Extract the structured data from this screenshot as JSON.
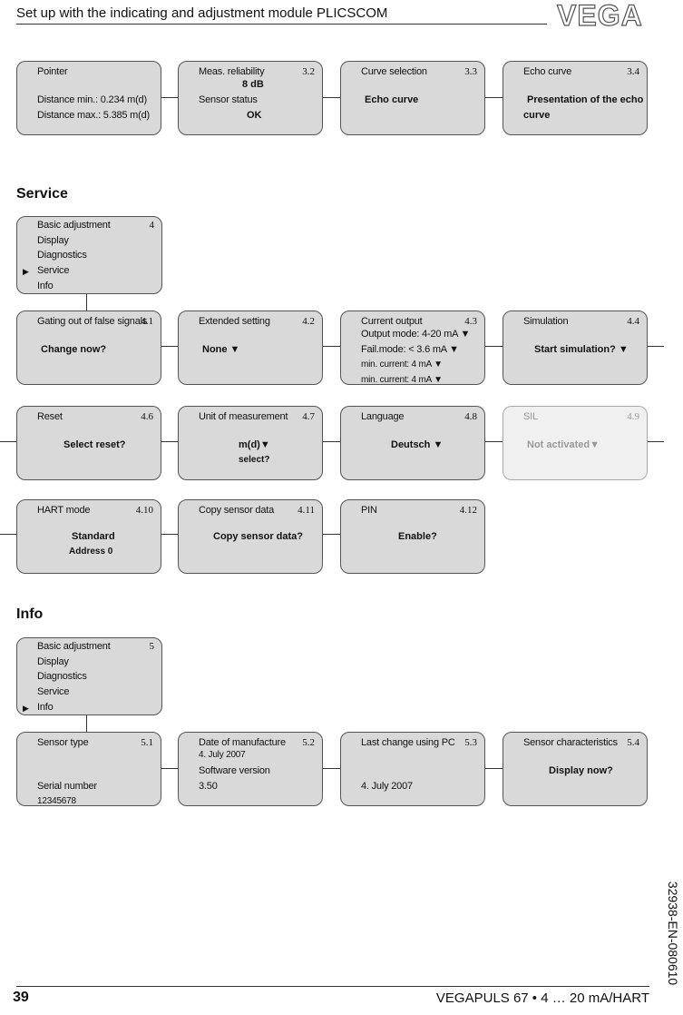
{
  "header": {
    "title": "Set up with the indicating and adjustment module PLICSCOM",
    "logo": "VEGA"
  },
  "top_row": [
    {
      "title": "Pointer",
      "num": "",
      "lines": [
        "Distance min.: 0.234 m(d)",
        "Distance max.: 5.385 m(d)"
      ]
    },
    {
      "title": "Meas. reliability",
      "num": "3.2",
      "value": "8 dB",
      "label2": "Sensor status",
      "value2": "OK"
    },
    {
      "title": "Curve selection",
      "num": "3.3",
      "value": "Echo curve"
    },
    {
      "title": "Echo curve",
      "num": "3.4",
      "value": "Presentation of the echo",
      "value_b": "curve"
    }
  ],
  "service": {
    "heading": "Service",
    "menu": {
      "items": [
        "Basic adjustment",
        "Display",
        "Diagnostics",
        "Service",
        "Info"
      ],
      "num": "4",
      "pointer": "▶"
    },
    "row1": [
      {
        "title": "Gating out of false signals",
        "num": "4.1",
        "value": "Change now?"
      },
      {
        "title": "Extended setting",
        "num": "4.2",
        "value": "None ▼"
      },
      {
        "title": "Current output",
        "num": "4.3",
        "lines": [
          "Output mode: 4-20 mA ▼",
          "Fail.mode: < 3.6 mA ▼",
          "min. current: 4 mA ▼",
          "min. current: 4 mA ▼"
        ]
      },
      {
        "title": "Simulation",
        "num": "4.4",
        "value": "Start simulation? ▼"
      }
    ],
    "row2": [
      {
        "title": "Reset",
        "num": "4.6",
        "value": "Select reset?"
      },
      {
        "title": "Unit of measurement",
        "num": "4.7",
        "value": "m(d)▼",
        "value_b": "select?"
      },
      {
        "title": "Language",
        "num": "4.8",
        "value": "Deutsch ▼"
      },
      {
        "title": "SIL",
        "num": "4.9",
        "value": "Not activated▼"
      }
    ],
    "row3": [
      {
        "title": "HART mode",
        "num": "4.10",
        "value": "Standard",
        "value_b": "Address 0"
      },
      {
        "title": "Copy sensor data",
        "num": "4.11",
        "value": "Copy sensor data?"
      },
      {
        "title": "PIN",
        "num": "4.12",
        "value": "Enable?"
      }
    ]
  },
  "info": {
    "heading": "Info",
    "menu": {
      "items": [
        "Basic adjustment",
        "Display",
        "Diagnostics",
        "Service",
        "Info"
      ],
      "num": "5",
      "pointer": "▶"
    },
    "row": [
      {
        "title": "Sensor type",
        "num": "5.1",
        "label2": "Serial number",
        "value2": "12345678"
      },
      {
        "title": "Date of manufacture",
        "num": "5.2",
        "value": "4. July 2007",
        "label2": "Software version",
        "value2": "3.50"
      },
      {
        "title": "Last change using PC",
        "num": "5.3",
        "value2": "4. July 2007"
      },
      {
        "title": "Sensor characteristics",
        "num": "5.4",
        "value": "Display now?"
      }
    ]
  },
  "footer": {
    "page": "39",
    "product": "VEGAPULS 67 • 4 … 20 mA/HART",
    "doc_code": "32938-EN-080610"
  }
}
